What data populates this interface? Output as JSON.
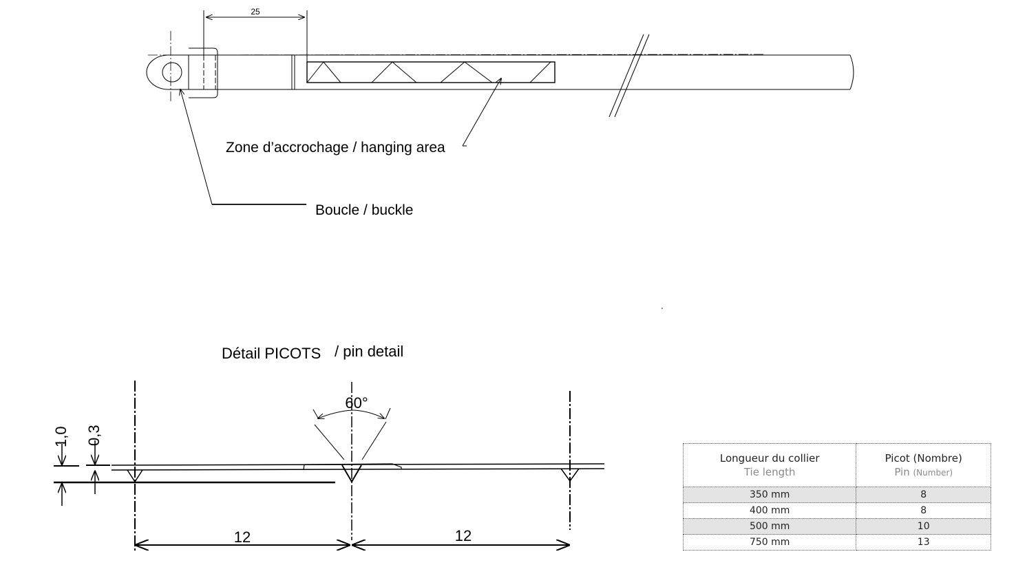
{
  "top_view": {
    "dimension_25": "25",
    "label_hanging": "Zone d’accrochage / hanging area",
    "label_buckle": "Boucle / buckle"
  },
  "pin_detail": {
    "title": "Détail PICOTS",
    "title_en": "/ pin detail",
    "angle": "60°",
    "dim_thickness": "1,0",
    "dim_pin_height": "0,3",
    "dim_spacing_left": "12",
    "dim_spacing_right": "12"
  },
  "table": {
    "col1_header": "Longueur du collier",
    "col1_sub": "Tie length",
    "col2_header": "Picot (Nombre)",
    "col2_sub": "Pin",
    "col2_sub_small": "(Number)",
    "rows": [
      {
        "length": "350 mm",
        "pins": "8"
      },
      {
        "length": "400 mm",
        "pins": "8"
      },
      {
        "length": "500 mm",
        "pins": "10"
      },
      {
        "length": "750 mm",
        "pins": "13"
      }
    ]
  }
}
